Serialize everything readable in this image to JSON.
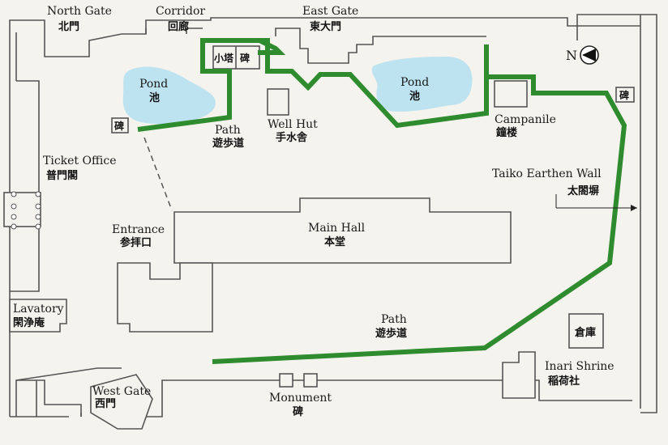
{
  "colors": {
    "path": "#2e8b2e",
    "pond": "#bde3f0",
    "wall": "#555555",
    "background": "#f4f3ee"
  },
  "labels": {
    "north_gate": {
      "en": "North Gate",
      "jp": "北門"
    },
    "corridor": {
      "en": "Corridor",
      "jp": "回廊"
    },
    "east_gate": {
      "en": "East Gate",
      "jp": "東大門"
    },
    "small_tower": {
      "jp": "小塔"
    },
    "pond_left": {
      "en": "Pond",
      "jp": "池"
    },
    "pond_right": {
      "en": "Pond",
      "jp": "池"
    },
    "path_upper": {
      "en": "Path",
      "jp": "遊歩道"
    },
    "well_hut": {
      "en": "Well Hut",
      "jp": "手水舎"
    },
    "campanile": {
      "en": "Campanile",
      "jp": "鐘楼"
    },
    "ticket_office": {
      "en": "Ticket Office",
      "jp": "普門閣"
    },
    "taiko_wall": {
      "en": "Taiko Earthen Wall",
      "jp": "太閤塀"
    },
    "entrance": {
      "en": "Entrance",
      "jp": "参拝口"
    },
    "main_hall": {
      "en": "Main Hall",
      "jp": "本堂"
    },
    "lavatory": {
      "en": "Lavatory",
      "jp": "閑浄庵"
    },
    "path_lower": {
      "en": "Path",
      "jp": "遊歩道"
    },
    "storehouse": {
      "jp": "倉庫"
    },
    "west_gate": {
      "en": "West Gate",
      "jp": "西門"
    },
    "inari_shrine": {
      "en": "Inari Shrine",
      "jp": "稲荷社"
    },
    "monument": {
      "en": "Monument",
      "jp": "碑"
    },
    "stele": "碑",
    "compass": "N"
  }
}
